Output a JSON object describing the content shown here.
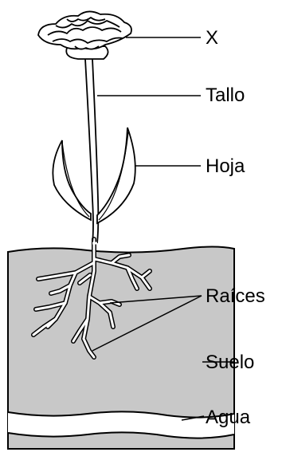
{
  "labels": {
    "flower": "X",
    "stem": "Tallo",
    "leaf": "Hoja",
    "roots": "Raíces",
    "soil": "Suelo",
    "water": "Agua"
  },
  "colors": {
    "soil_fill": "#c8c8c8",
    "ink": "#000000",
    "background": "#ffffff"
  }
}
